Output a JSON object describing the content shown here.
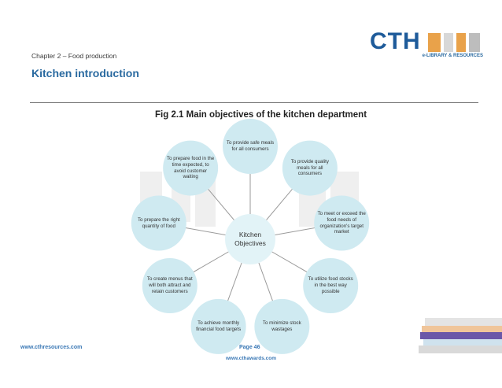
{
  "header": {
    "chapter": "Chapter 2 – Food production",
    "title": "Kitchen introduction"
  },
  "logo": {
    "text": "CTH",
    "subtitle": "e-LIBRARY & RESOURCES"
  },
  "figure": {
    "title": "Fig 2.1 Main objectives of the kitchen department",
    "center": "Kitchen Objectives",
    "nodes": [
      "To provide safe meals for all consumers",
      "To provide quality meals for all consumers",
      "To meet or exceed the food needs of organization's target market",
      "To utilize food stocks in the best way possible",
      "To minimize stock wastages",
      "To achieve monthly financial food targets",
      "To create menus that will both attract and retain customers",
      "To prepare the right quantity of food",
      "To prepare food in the time expected, to avoid customer waiting"
    ]
  },
  "footer": {
    "left_url": "www.cthresources.com",
    "page": "Page 46",
    "center_url": "www.cthawards.com"
  },
  "colors": {
    "node_fill": "#cfeaf1",
    "center_fill": "#e2f3f7",
    "spoke": "#9a9a9a",
    "accent": "#2a6aa0"
  }
}
